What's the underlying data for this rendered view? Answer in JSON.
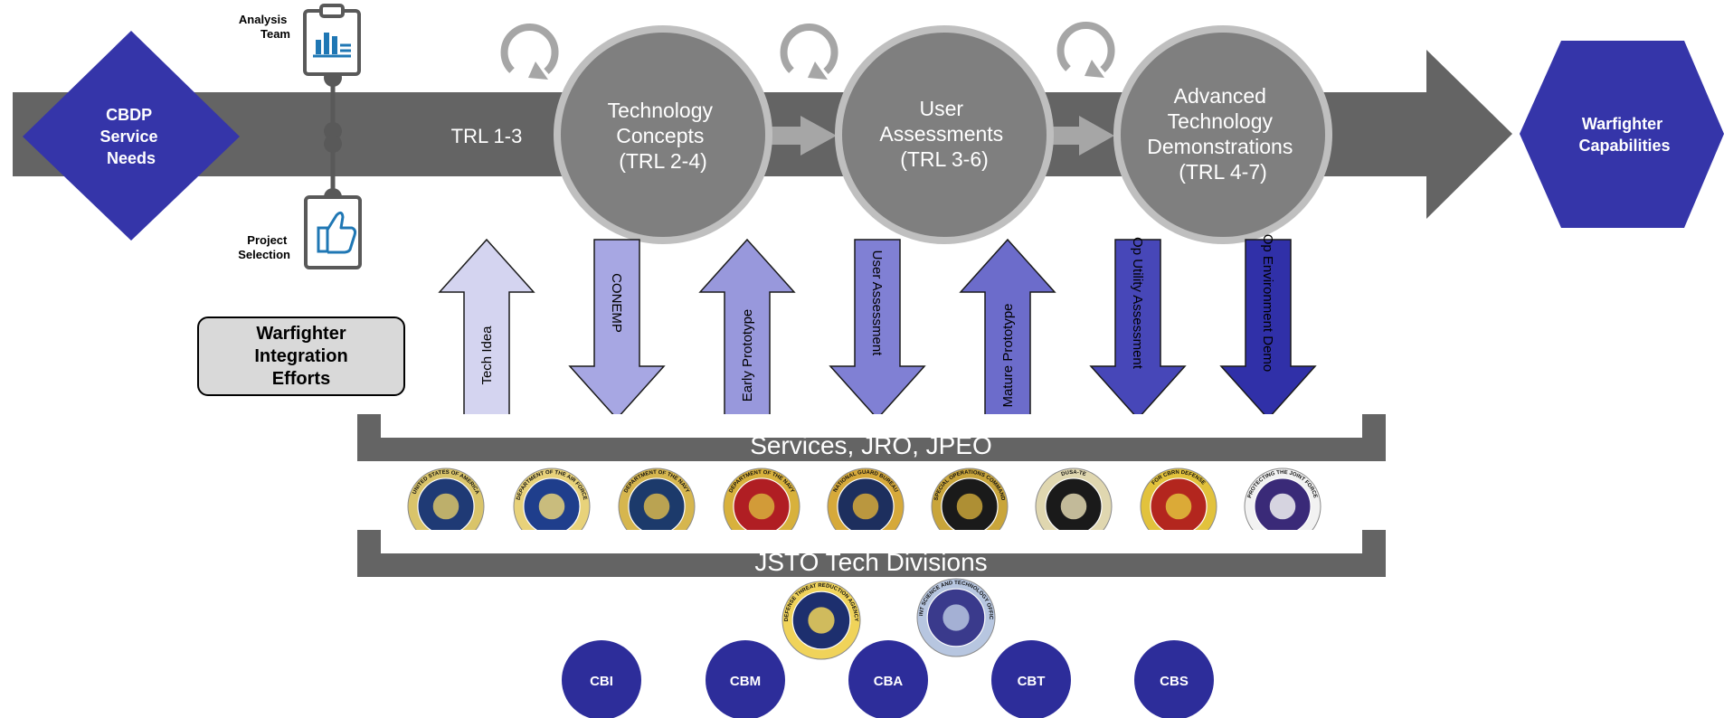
{
  "colors": {
    "band": "#646464",
    "circle": "#7f7f7f",
    "circle_border": "#bfbfbf",
    "brand_blue": "#3535a9",
    "cycle_icon": "#a6a6a6",
    "icon_gray": "#595959",
    "icon_blue": "#1f77b4",
    "wie_fill": "#d9d9d9"
  },
  "start": {
    "label_lines": [
      "CBDP",
      "Service",
      "Needs"
    ]
  },
  "end": {
    "label_lines": [
      "Warfighter",
      "Capabilities"
    ]
  },
  "analysis_team": {
    "label_lines": [
      "Analysis",
      "Team"
    ],
    "icon": "clipboard-chart-icon"
  },
  "project_selection": {
    "label_lines": [
      "Project",
      "Selection"
    ],
    "icon": "clipboard-thumbs-up-icon"
  },
  "trl_label": "TRL 1-3",
  "stages": [
    {
      "label_lines": [
        "Technology",
        "Concepts",
        "(TRL 2-4)"
      ]
    },
    {
      "label_lines": [
        "User",
        "Assessments",
        "(TRL 3-6)"
      ]
    },
    {
      "label_lines": [
        "Advanced",
        "Technology",
        "Demonstrations",
        "(TRL 4-7)"
      ]
    }
  ],
  "cycle_icon": "refresh-cycle-icon",
  "warfighter_integration": {
    "label": "Warfighter\nIntegration\nEfforts"
  },
  "exchange_arrows": [
    {
      "label": "Tech Idea",
      "direction": "up",
      "color": "#d4d4f0"
    },
    {
      "label": "CONEMP",
      "direction": "down",
      "color": "#a7a7e3"
    },
    {
      "label": "Early Prototype",
      "direction": "up",
      "color": "#9898dc"
    },
    {
      "label": "User Assessment",
      "direction": "down",
      "color": "#8080d4"
    },
    {
      "label": "Mature Prototype",
      "direction": "up",
      "color": "#6c6ccb"
    },
    {
      "label": "Op Utility Assessment",
      "direction": "down",
      "color": "#4747b8"
    },
    {
      "label": "Op Environment Demo",
      "direction": "down",
      "color": "#3030a8"
    }
  ],
  "services_bar": {
    "label": "Services, JRO, JPEO",
    "seals": [
      {
        "icon": "army-seal-icon",
        "text": "UNITED STATES OF AMERICA",
        "colors": [
          "#d9c46a",
          "#1f3a75"
        ]
      },
      {
        "icon": "air-force-seal-icon",
        "text": "DEPARTMENT OF THE AIR FORCE",
        "colors": [
          "#e8d27a",
          "#1f3e8c"
        ]
      },
      {
        "icon": "navy-seal-icon",
        "text": "DEPARTMENT OF THE NAVY",
        "colors": [
          "#d6b64e",
          "#1c3a6b"
        ]
      },
      {
        "icon": "marine-corps-seal-icon",
        "text": "DEPARTMENT OF THE NAVY",
        "colors": [
          "#d8b13c",
          "#b01e23"
        ]
      },
      {
        "icon": "national-guard-seal-icon",
        "text": "NATIONAL GUARD BUREAU",
        "colors": [
          "#d6a93a",
          "#1d2f5e"
        ]
      },
      {
        "icon": "special-operations-seal-icon",
        "text": "SPECIAL OPERATIONS COMMAND",
        "colors": [
          "#c9a53a",
          "#1a1a1a"
        ]
      },
      {
        "icon": "test-evaluation-seal-icon",
        "text": "DUSA-TE",
        "colors": [
          "#e0d7b0",
          "#1a1a1a"
        ]
      },
      {
        "icon": "jro-seal-icon",
        "text": "FOR CBRN DEFENSE",
        "colors": [
          "#e2c23c",
          "#b3261e"
        ]
      },
      {
        "icon": "jpeo-seal-icon",
        "text": "PROTECTING THE JOINT FORCE",
        "colors": [
          "#f2f2f2",
          "#3a2a78"
        ]
      }
    ]
  },
  "jsto_bar": {
    "label": "JSTO Tech Divisions",
    "seals": [
      {
        "icon": "dtra-seal-icon",
        "text": "DEFENSE THREAT REDUCTION AGENCY",
        "colors": [
          "#f0d35a",
          "#1d2f6e"
        ]
      },
      {
        "icon": "jsto-seal-icon",
        "text": "JOINT SCIENCE AND TECHNOLOGY OFFICE",
        "colors": [
          "#b7c6e0",
          "#3a3a8c"
        ]
      }
    ],
    "divisions": [
      "CBI",
      "CBM",
      "CBA",
      "CBT",
      "CBS"
    ]
  }
}
